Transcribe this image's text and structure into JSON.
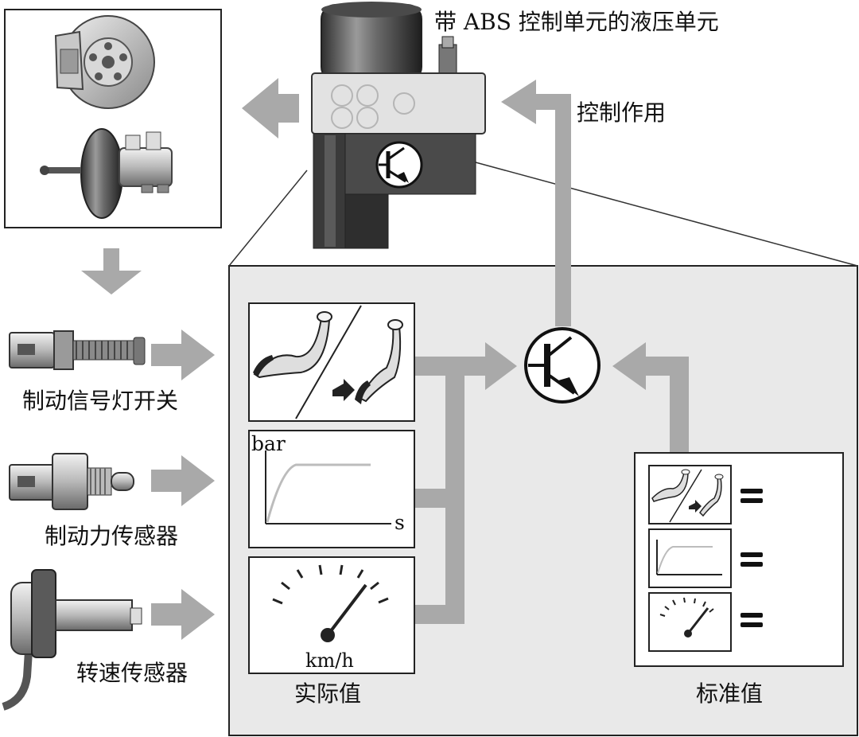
{
  "labels": {
    "hydraulic_unit": "带 ABS 控制单元的液压单元",
    "control_action": "控制作用",
    "brake_light_switch": "制动信号灯开关",
    "brake_force_sensor": "制动力传感器",
    "speed_sensor": "转速传感器",
    "actual_value": "实际值",
    "standard_value": "标准值"
  },
  "graph": {
    "y_unit": "bar",
    "x_unit": "s"
  },
  "gauge": {
    "unit": "km/h"
  },
  "colors": {
    "arrow": "#a9a9a9",
    "panel": "#e9e9e9",
    "outline": "#222222",
    "curve": "#bcbcbc"
  }
}
